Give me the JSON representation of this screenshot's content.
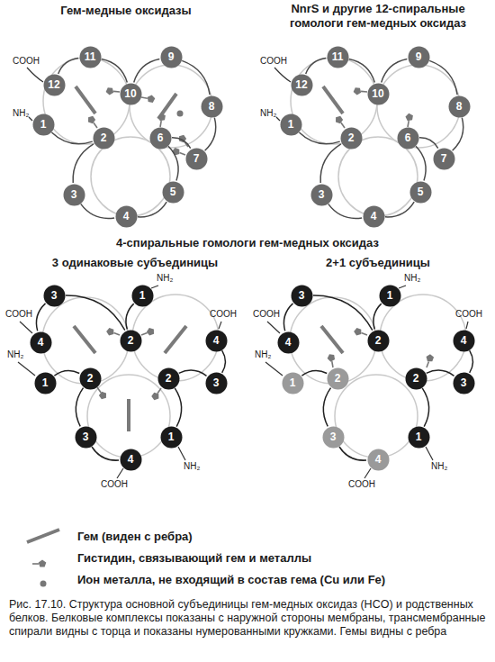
{
  "diagram": {
    "caption": "Рис. 17.10. Структура основной субъединицы гем-медных оксидаз (HCO) и родственных белков. Белковые комплексы показаны с наружной стороны мембраны, трансмембранные спирали видны с торца и показаны нумерованными кружками. Гемы видны с ребра",
    "nodes": [
      {
        "text": [
          "1"
        ]
      },
      {
        "text": [
          "2"
        ]
      },
      {
        "text": [
          "3"
        ]
      },
      {
        "text": [
          "4"
        ]
      },
      {
        "text": [
          "5"
        ]
      },
      {
        "text": [
          "6"
        ]
      },
      {
        "text": [
          "7"
        ]
      },
      {
        "text": [
          "8"
        ]
      },
      {
        "text": [
          "9"
        ]
      },
      {
        "text": [
          "10"
        ]
      },
      {
        "text": [
          "11"
        ]
      },
      {
        "text": [
          "12"
        ]
      },
      {
        "text": [
          "1"
        ]
      },
      {
        "text": [
          "2"
        ]
      },
      {
        "text": [
          "3"
        ]
      },
      {
        "text": [
          "4"
        ]
      },
      {
        "text": [
          "5"
        ]
      },
      {
        "text": [
          "6"
        ]
      },
      {
        "text": [
          "7"
        ]
      },
      {
        "text": [
          "8"
        ]
      },
      {
        "text": [
          "9"
        ]
      },
      {
        "text": [
          "10"
        ]
      },
      {
        "text": [
          "11"
        ]
      },
      {
        "text": [
          "12"
        ]
      },
      {
        "text": [
          "1"
        ]
      },
      {
        "text": [
          "2"
        ]
      },
      {
        "text": [
          "3"
        ]
      },
      {
        "text": [
          "4"
        ]
      },
      {
        "text": [
          "1"
        ]
      },
      {
        "text": [
          "2"
        ]
      },
      {
        "text": [
          "3"
        ]
      },
      {
        "text": [
          "4"
        ]
      },
      {
        "text": [
          "1"
        ]
      },
      {
        "text": [
          "2"
        ]
      },
      {
        "text": [
          "3"
        ]
      },
      {
        "text": [
          "4"
        ]
      },
      {
        "text": [
          "1"
        ]
      },
      {
        "text": [
          "2"
        ]
      },
      {
        "text": [
          "3"
        ]
      },
      {
        "text": [
          "4"
        ]
      },
      {
        "text": [
          "1"
        ]
      },
      {
        "text": [
          "2"
        ]
      },
      {
        "text": [
          "3"
        ]
      },
      {
        "text": [
          "4"
        ]
      },
      {
        "text": [
          "1"
        ]
      },
      {
        "text": [
          "2"
        ]
      },
      {
        "text": [
          "3"
        ]
      },
      {
        "text": [
          "4"
        ]
      }
    ],
    "edges": [
      {
        "from": 0,
        "to": 1,
        "arrow": "none"
      },
      {
        "from": 1,
        "to": 2,
        "arrow": "none"
      },
      {
        "from": 2,
        "to": 3,
        "arrow": "none"
      },
      {
        "from": 3,
        "to": 4,
        "arrow": "none"
      },
      {
        "from": 4,
        "to": 5,
        "arrow": "none"
      },
      {
        "from": 5,
        "to": 6,
        "arrow": "none"
      },
      {
        "from": 6,
        "to": 7,
        "arrow": "none"
      },
      {
        "from": 7,
        "to": 8,
        "arrow": "none"
      },
      {
        "from": 8,
        "to": 9,
        "arrow": "none"
      },
      {
        "from": 9,
        "to": 10,
        "arrow": "none"
      },
      {
        "from": 10,
        "to": 11,
        "arrow": "none"
      },
      {
        "from": 12,
        "to": 13,
        "arrow": "none"
      },
      {
        "from": 13,
        "to": 14,
        "arrow": "none"
      },
      {
        "from": 14,
        "to": 15,
        "arrow": "none"
      },
      {
        "from": 15,
        "to": 16,
        "arrow": "none"
      },
      {
        "from": 16,
        "to": 17,
        "arrow": "none"
      },
      {
        "from": 17,
        "to": 18,
        "arrow": "none"
      },
      {
        "from": 18,
        "to": 19,
        "arrow": "none"
      },
      {
        "from": 19,
        "to": 20,
        "arrow": "none"
      },
      {
        "from": 20,
        "to": 21,
        "arrow": "none"
      },
      {
        "from": 21,
        "to": 22,
        "arrow": "none"
      },
      {
        "from": 22,
        "to": 23,
        "arrow": "none"
      },
      {
        "from": 24,
        "to": 25,
        "arrow": "none"
      },
      {
        "from": 25,
        "to": 26,
        "arrow": "none"
      },
      {
        "from": 26,
        "to": 27,
        "arrow": "none"
      },
      {
        "from": 28,
        "to": 29,
        "arrow": "none"
      },
      {
        "from": 29,
        "to": 30,
        "arrow": "none"
      },
      {
        "from": 30,
        "to": 31,
        "arrow": "none"
      },
      {
        "from": 32,
        "to": 33,
        "arrow": "none"
      },
      {
        "from": 33,
        "to": 34,
        "arrow": "none"
      },
      {
        "from": 34,
        "to": 35,
        "arrow": "none"
      },
      {
        "from": 36,
        "to": 37,
        "arrow": "none"
      },
      {
        "from": 37,
        "to": 38,
        "arrow": "none"
      },
      {
        "from": 38,
        "to": 39,
        "arrow": "none"
      },
      {
        "from": 40,
        "to": 41,
        "arrow": "none"
      },
      {
        "from": 41,
        "to": 42,
        "arrow": "none"
      },
      {
        "from": 42,
        "to": 43,
        "arrow": "none"
      },
      {
        "from": 44,
        "to": 45,
        "arrow": "none"
      },
      {
        "from": 45,
        "to": 46,
        "arrow": "none"
      },
      {
        "from": 46,
        "to": 47,
        "arrow": "none"
      }
    ],
    "labels": [
      "Гем-медные оксидазы",
      "NnrS и другие 12-спиральные гомологи гем-медных оксидаз",
      "COOH",
      "NH₂",
      "COOH",
      "NH₂",
      "4-спиральные гомологи гем-медных оксидаз",
      "3 одинаковые субъединицы",
      "2+1 субъединицы",
      "NH₂",
      "COOH",
      "COOH",
      "NH₂",
      "NH₂",
      "COOH",
      "NH₂",
      "COOH",
      "COOH",
      "NH₂",
      "NH₂",
      "COOH"
    ],
    "legend": [
      {
        "text": "Гем (виден с ребра)"
      },
      {
        "text": "Гистидин, связывающий гем и металлы"
      },
      {
        "text": "Ион металла, не входящий в состав гема (Cu или Fe)"
      }
    ]
  }
}
